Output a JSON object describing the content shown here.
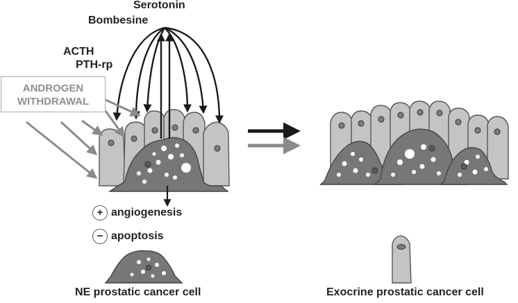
{
  "hormones": {
    "serotonin": "Serotonin",
    "bombesine": "Bombesine",
    "acth": "ACTH",
    "pthrp": "PTH-rp"
  },
  "androgen_withdrawal": {
    "line1": "ANDROGEN",
    "line2": "WITHDRAWAL"
  },
  "effects": {
    "angiogenesis": {
      "sign": "+",
      "label": "angiogenesis"
    },
    "apoptosis": {
      "sign": "−",
      "label": "apoptosis"
    }
  },
  "captions": {
    "ne_cell": "NE prostatic cancer cell",
    "exocrine_cell": "Exocrine prostatic cancer cell"
  },
  "colors": {
    "exocrine_cell_fill": "#c4c4c4",
    "ne_cell_fill": "#777777",
    "nucleus_fill": "#7d7d7d",
    "arrow_dark": "#1a1a1a",
    "arrow_gray": "#8a8a8a",
    "androgen_text": "#8f8f8f"
  }
}
